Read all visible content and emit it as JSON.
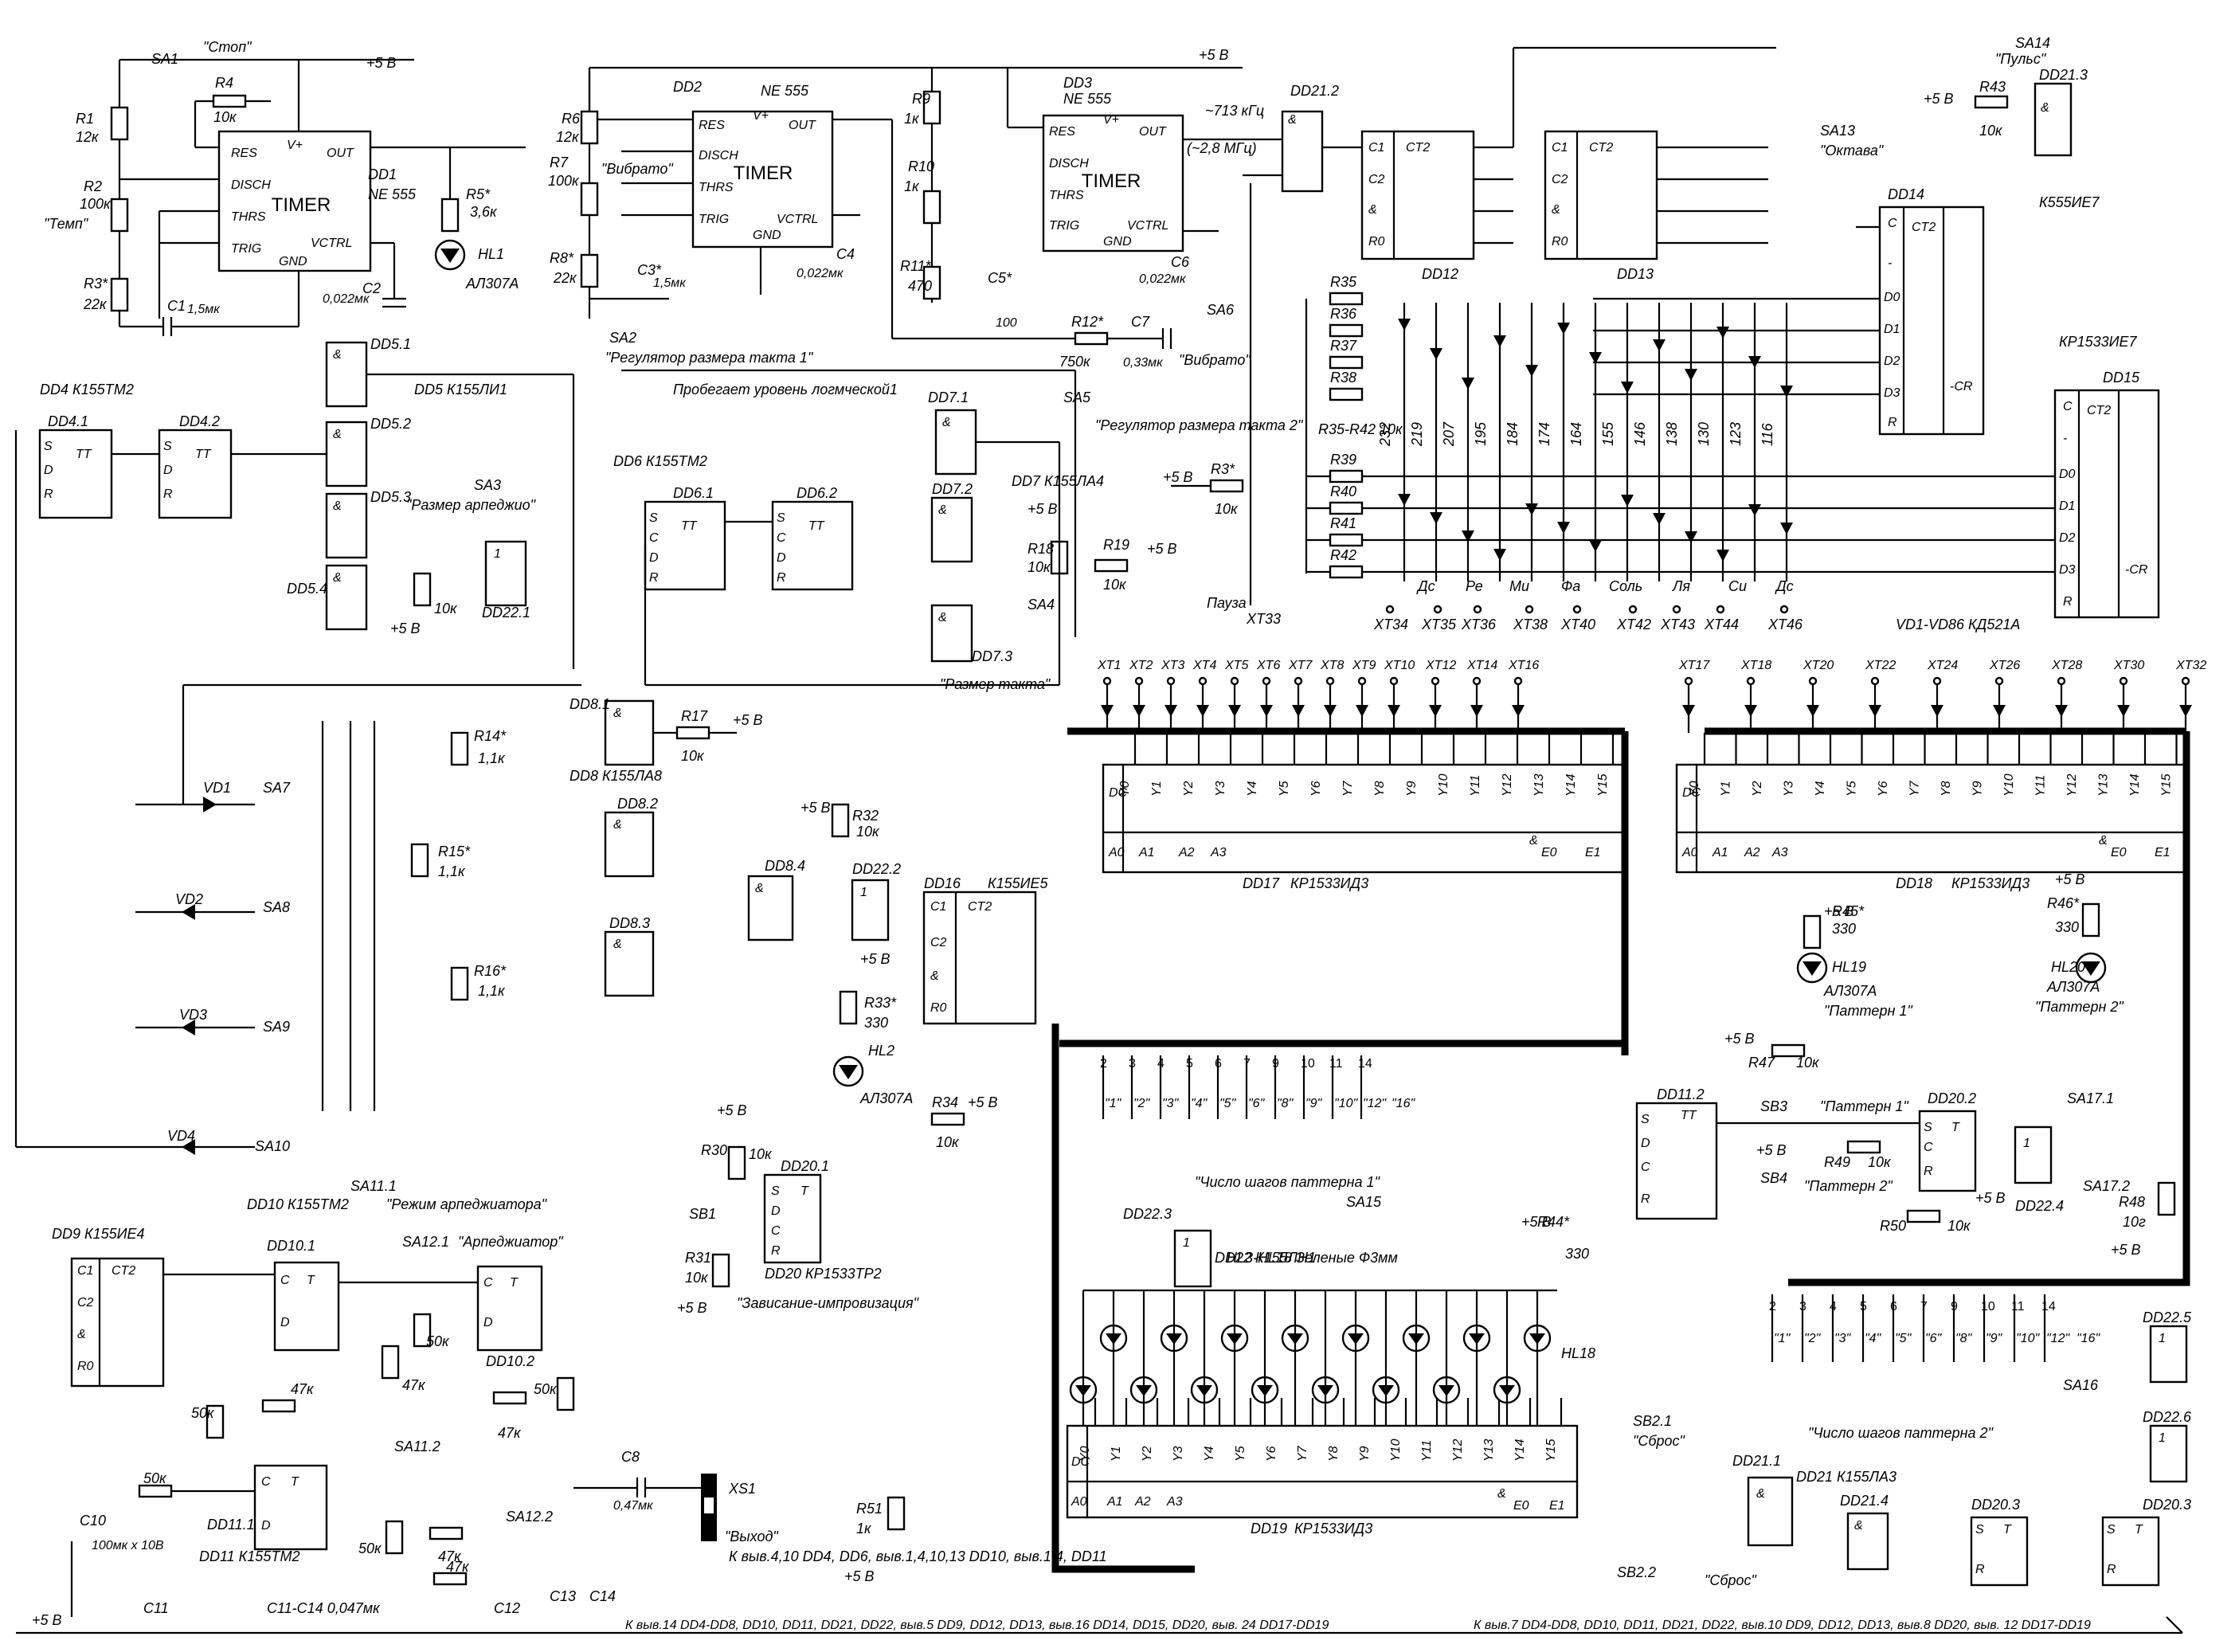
{
  "timers": [
    {
      "ref": "DD1",
      "type": "NE 555",
      "core": "TIMER",
      "pins": [
        "RES",
        "DISCH",
        "THRS",
        "TRIG",
        "V+",
        "OUT",
        "GND",
        "VCTRL"
      ]
    },
    {
      "ref": "DD2",
      "type": "NE 555",
      "core": "TIMER",
      "pins": [
        "RES",
        "DISCH",
        "THRS",
        "TRIG",
        "V+",
        "OUT",
        "GND",
        "VCTRL"
      ]
    },
    {
      "ref": "DD3",
      "type": "NE 555",
      "core": "TIMER",
      "pins": [
        "RES",
        "DISCH",
        "THRS",
        "TRIG",
        "V+",
        "OUT",
        "GND",
        "VCTRL"
      ]
    }
  ],
  "power": {
    "vcc": "+5 В"
  },
  "freq": {
    "f1": "~713 кГц",
    "f2": "(~2,8 МГц)"
  },
  "labels": {
    "sa1": "SA1",
    "stop": "\"Стоп\"",
    "tempo": "\"Темп\"",
    "vibrato": "\"Вибрато\"",
    "sa2": "SA2",
    "sa2_title": "\"Регулятор размера такта 1\"",
    "sa2_sub": "Пробегает уровень логмческой1",
    "sa5": "SA5",
    "sa5_title": "\"Регулятор размера такта 2\"",
    "sa3_title": "\"Размер арпеджио\"",
    "sa4_title": "\"Размер такта\"",
    "sa6": "SA6",
    "sa13": "SA13",
    "octave": "\"Октава\"",
    "sa14": "SA14",
    "pulse": "\"Пульс\"",
    "pause": "Пауза",
    "xt33": "XT33",
    "xs1": "XS1",
    "output": "\"Выход\"",
    "sa11_1": "SA11.1",
    "arp_mode": "\"Режим арпеджиатора\"",
    "sa12_1": "SA12.1",
    "arpeggiator": "\"Арпеджиатор\"",
    "sa11_2": "SA11.2",
    "sa12_2": "SA12.2",
    "sb1": "SB1",
    "hang": "\"Зависание-импровизация\"",
    "sa15": "SA15",
    "steps1": "\"Число шагов паттерна 1\"",
    "sa16": "SA16",
    "steps2": "\"Число шагов паттерна 2\"",
    "sb2_1": "SB2.1",
    "sb2_2": "SB2.2",
    "reset": "\"Сброс\"",
    "sb3": "SB3",
    "sb4": "SB4",
    "pattern1": "\"Паттерн 1\"",
    "pattern2": "\"Паттерн 2\"",
    "sa17_1": "SA17.1",
    "sa17_2": "SA17.2",
    "hl_note": "HL3-HL18 Зеленые Ф3мм",
    "vd_note": "VD1-VD86 КД521А",
    "cap_note": "C11-C14 0,047мк",
    "pin_note": "К выв.4,10 DD4, DD6, выв.1,4,10,13 DD10, выв.1,4, DD11",
    "gnd_note": "К выв.14 DD4-DD8, DD10, DD11, DD21, DD22, выв.5 DD9, DD12, DD13, выв.16 DD14, DD15, DD20, выв. 24 DD17-DD19",
    "vcc_note": "К выв.7 DD4-DD8, DD10, DD11, DD21, DD22, выв.10 DD9, DD12, DD13, выв.8 DD20, выв. 12 DD17-DD19"
  },
  "chips": {
    "dd4": "DD4 К155ТМ2",
    "dd5": "DD5 К155ЛИ1",
    "dd6": "DD6 К155ТМ2",
    "dd7": "DD7 К155ЛА4",
    "dd8": "DD8 К155ЛА8",
    "dd9": "DD9  К155ИЕ4",
    "dd10": "DD10 К155ТМ2",
    "dd11": "DD11 К155ТМ2",
    "dd12": "DD12",
    "dd13": "DD13",
    "dd14": "DD14",
    "dd14_type": "К555ИЕ7",
    "dd15": "DD15",
    "dd15_type": "КР1533ИЕ7",
    "dd16": "DD16",
    "dd16_type": "К155ИЕ5",
    "dd17": "DD17",
    "dd17_type": "КР1533ИД3",
    "dd18": "DD18",
    "dd18_type": "КР1533ИД3",
    "dd19": "DD19",
    "dd19_type": "КР1533ИД3",
    "dd20": "DD20 КР1533ТР2",
    "dd21": "DD21 К155ЛА3",
    "dd22": "DD22 К155ЛН1"
  },
  "resistors": {
    "r1": "R1",
    "r1v": "12к",
    "r2": "R2",
    "r2v": "100к",
    "r3": "R3*",
    "r3v": "22к",
    "r4": "R4",
    "r4v": "10к",
    "r5": "R5*",
    "r5v": "3,6к",
    "r6": "R6",
    "r6v": "12к",
    "r7": "R7",
    "r7v": "100к",
    "r8": "R8*",
    "r8v": "22к",
    "r9": "R9",
    "r9v": "1к",
    "r10": "R10",
    "r10v": "1к",
    "r11": "R11*",
    "r11v": "470",
    "r12": "R12*",
    "r12v": "750к",
    "r3b": "R3*",
    "r3bv": "10к",
    "r18": "R18",
    "r18v": "10к",
    "r19": "R19",
    "r19v": "10к",
    "r14": "R14*",
    "r14v": "1,1к",
    "r15": "R15*",
    "r15v": "1,1к",
    "r16": "R16*",
    "r16v": "1,1к",
    "r17": "R17",
    "r17v": "10к",
    "r32": "R32",
    "r32v": "10к",
    "r33": "R33*",
    "r33v": "330",
    "r34": "R34",
    "r34v": "10к",
    "r30": "R30",
    "r30v": "10к",
    "r31": "R31",
    "r31v": "10к",
    "r43": "R43",
    "r43v": "10к",
    "r45": "R45*",
    "r45v": "330",
    "r46": "R46*",
    "r46v": "330",
    "r47": "R47",
    "r47v": "10к",
    "r49": "R49",
    "r49v": "10к",
    "r50": "R50",
    "r50v": "10к",
    "r48": "R48",
    "r48v": "10г",
    "r44": "R44*",
    "r44v": "330",
    "r51": "R51",
    "r51v": "1к"
  },
  "caps": {
    "c1": "C1",
    "c1v": "1,5мк",
    "c2": "C2",
    "c2v": "0,022мк",
    "c3": "C3*",
    "c3v": "1,5мк",
    "c4": "C4",
    "c4v": "0,022мк",
    "c5": "C5*",
    "c5v": "100",
    "c6": "C6",
    "c6v": "0,022мк",
    "c7": "C7",
    "c7v": "0,33мк",
    "c8": "C8",
    "c8v": "0,47мк",
    "c10": "C10",
    "c10v": "100мк x 10В",
    "c11": "C11"
  },
  "leds": {
    "hl1": "HL1",
    "hl1t": "АЛ307А",
    "hl2": "HL2",
    "hl2t": "АЛ307А",
    "hl19": "HL19",
    "hl19t": "АЛ307А",
    "hl20": "HL20",
    "hl20t": "АЛ307А",
    "hl18": "HL18"
  },
  "notes": [
    "Дс",
    "Ре",
    "Ми",
    "Фа",
    "Соль",
    "Ля",
    "Си",
    "Дс"
  ],
  "note_xt": [
    "XT34",
    "XT35",
    "XT36",
    "XT38",
    "XT40",
    "XT42",
    "XT43",
    "XT44",
    "XT46"
  ],
  "note_vals": [
    "232",
    "219",
    "207",
    "195",
    "184",
    "174",
    "164",
    "155",
    "146",
    "138",
    "130",
    "123",
    "116"
  ],
  "xt_top_left": [
    "XT1",
    "XT2",
    "XT3",
    "XT4",
    "XT5",
    "XT6",
    "XT7",
    "XT8",
    "XT9",
    "XT10",
    "XT12",
    "XT14",
    "XT16"
  ],
  "xt_top_right": [
    "XT17",
    "XT18",
    "XT20",
    "XT22",
    "XT24",
    "XT26",
    "XT28",
    "XT30",
    "XT32"
  ],
  "y_outputs": [
    "Y0",
    "Y1",
    "Y2",
    "Y3",
    "Y4",
    "Y5",
    "Y6",
    "Y7",
    "Y8",
    "Y9",
    "Y10",
    "Y11",
    "Y12",
    "Y13",
    "Y14",
    "Y15"
  ],
  "step_labels": [
    "\"1\"",
    "\"2\"",
    "\"3\"",
    "\"4\"",
    "\"5\"",
    "\"6\"",
    "\"8\"",
    "\"9\"",
    "\"10\"",
    "\"12\"",
    "\"16\""
  ],
  "step_pins": [
    "2",
    "3",
    "4",
    "5",
    "6",
    "7",
    "9",
    "10",
    "11",
    "14"
  ]
}
